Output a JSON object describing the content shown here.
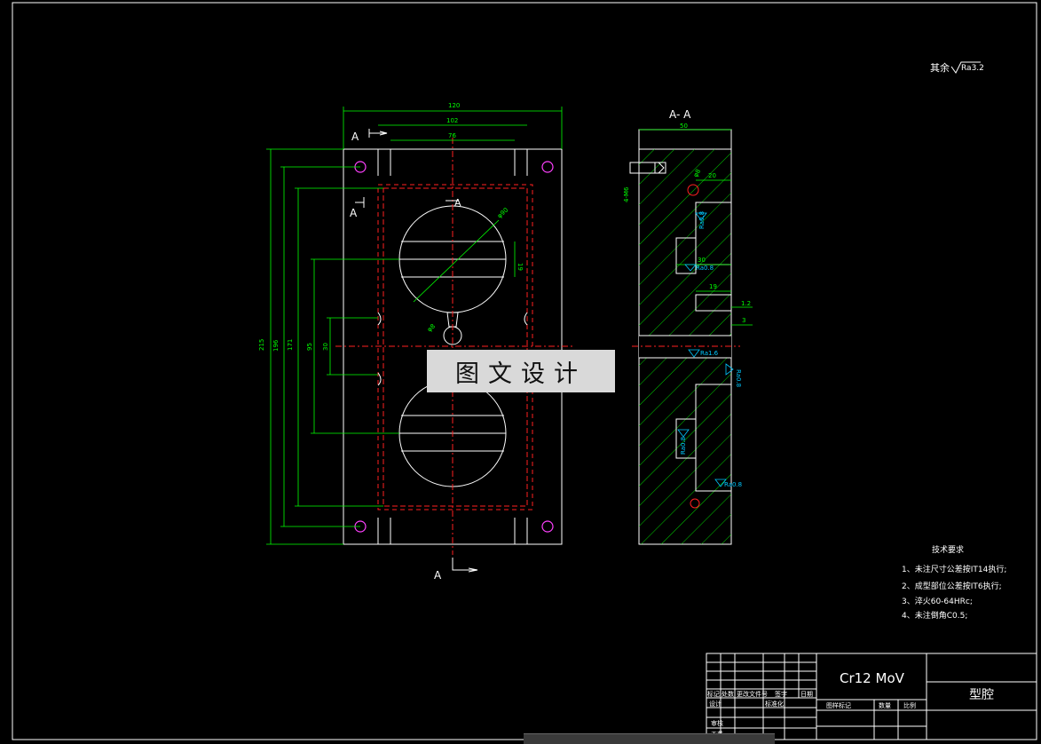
{
  "sheet": {
    "roughness_note": "其余",
    "roughness_value": "Ra3.2",
    "section_label": "A- A",
    "watermark": "图文设计"
  },
  "front_view": {
    "dims": {
      "d120": "120",
      "d102": "102",
      "d76": "76",
      "d215": "215",
      "d196": "196",
      "d171": "171",
      "d95": "95",
      "d30": "30",
      "d19": "19",
      "phi90": "φ90",
      "phi8": "φ8"
    },
    "section_marks": {
      "top": "A",
      "left": "A",
      "bottom": "A",
      "circle": "A"
    }
  },
  "section_view": {
    "dims": {
      "d50": "50",
      "d20": "20",
      "phi8": "φ8",
      "thread": "4-M6",
      "d30": "30",
      "d19": "19",
      "d12": "1.2",
      "d3": "3"
    },
    "roughness": {
      "r1": "Ra0.8",
      "r2": "Ra0.8",
      "r3": "Ra1.6",
      "r4": "Ra0.8",
      "r5": "Ra0.8",
      "r6": "Ra0.8"
    }
  },
  "tech_requirements": {
    "title": "技术要求",
    "items": [
      "1、未注尺寸公差按IT14执行;",
      "2、成型部位公差按IT6执行;",
      "3、淬火60-64HRc;",
      "4、未注倒角C0.5;"
    ]
  },
  "title_block": {
    "material": "Cr12 MoV",
    "part_name": "型腔",
    "headers": [
      "标记",
      "处数",
      "更改文件号",
      "签字",
      "日期"
    ],
    "std_label": "标准化",
    "design": "设计",
    "review": "审核",
    "craft": "工艺",
    "stage": [
      "图样标记",
      "数量",
      "比例"
    ]
  },
  "colors": {
    "background": "#000000",
    "outline": "#ffffff",
    "dimension": "#00ff00",
    "centerline": "#ff2020",
    "roughness": "#00c8ff",
    "thread": "#ff40ff"
  }
}
